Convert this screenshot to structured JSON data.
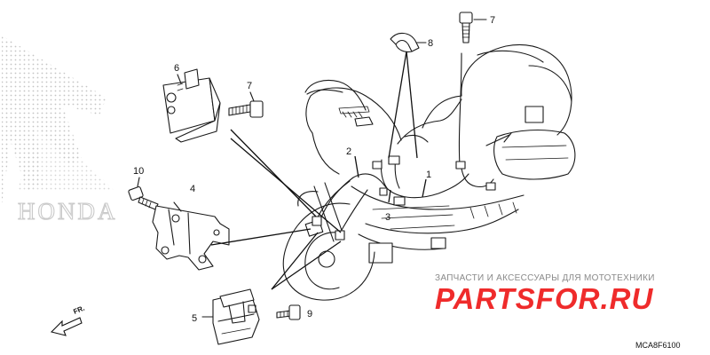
{
  "watermark": {
    "brand_word": "HONDA",
    "shop_tagline": "ЗАПЧАСТИ И АКСЕССУАРЫ ДЛЯ МОТОТЕХНИКИ",
    "shop_logo": "PARTSFOR.RU"
  },
  "direction_label": "FR.",
  "diagram_code": "MCA8F6100",
  "callouts": {
    "c1": "1",
    "c2": "2",
    "c3": "3",
    "c4": "4",
    "c5": "5",
    "c6": "6",
    "c7a": "7",
    "c7b": "7",
    "c8": "8",
    "c9": "9",
    "c10": "10"
  }
}
